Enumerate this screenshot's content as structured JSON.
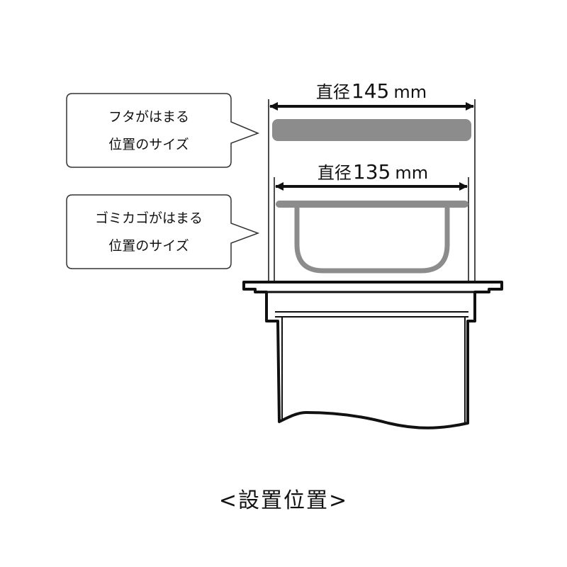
{
  "callouts": {
    "lid": {
      "line1": "フタがはまる",
      "line2": "位置のサイズ"
    },
    "basket": {
      "line1": "ゴミカゴがはまる",
      "line2": "位置のサイズ"
    }
  },
  "dimensions": {
    "lid": {
      "label": "直径",
      "value": "145",
      "unit": "mm"
    },
    "basket": {
      "label": "直径",
      "value": "135",
      "unit": "mm"
    }
  },
  "caption": "<設置位置>",
  "colors": {
    "stroke": "#111111",
    "part_gray": "#8c8c8c",
    "background": "#ffffff"
  }
}
